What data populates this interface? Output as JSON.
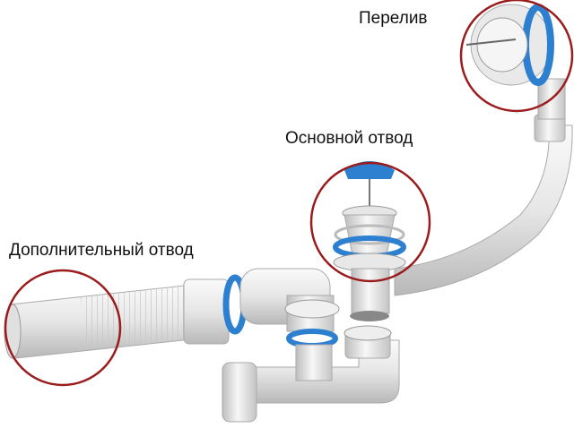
{
  "labels": {
    "overflow": "Перелив",
    "main_drain": "Основной отвод",
    "extra_drain": "Дополнительный отвод"
  },
  "colors": {
    "highlight_circle": "#9b1c1c",
    "seal_ring": "#2d7fd0",
    "pipe": "#ececec",
    "pipe_shade": "#bdbdbd"
  }
}
